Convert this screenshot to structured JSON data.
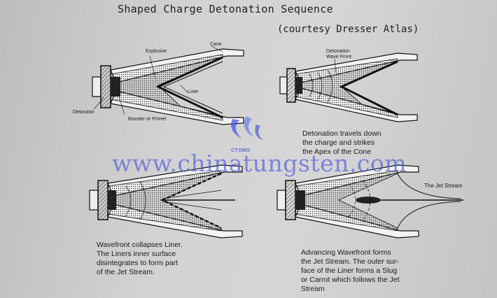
{
  "title": "Shaped Charge Detonation Sequence",
  "subtitle": "(courtesy Dresser Atlas)",
  "labels": {
    "case": "Case",
    "explosive": "Explosive",
    "liner": "Liner",
    "detonator": "Detonator",
    "booster": "Booster or Primer",
    "detonation_wave": "Detonation\nWave Front",
    "jet_stream": "The Jet Stream"
  },
  "captions": {
    "panel2": "Detonation travels down\nthe charge and strikes\nthe Apex of the Cone",
    "panel3": "Wavefront collapses Liner.\nThe Liners inner surface\ndisintegrates to form part\nof the Jet Stream.",
    "panel4": "Advancing Wavefront forms\nthe Jet Stream. The outer sur-\nface of the Liner forms a Slug\nor Carrot which follows the Jet\nStream"
  },
  "watermark": {
    "text": "www.chinatungsten.com",
    "logo_text": "CTOMS"
  }
}
